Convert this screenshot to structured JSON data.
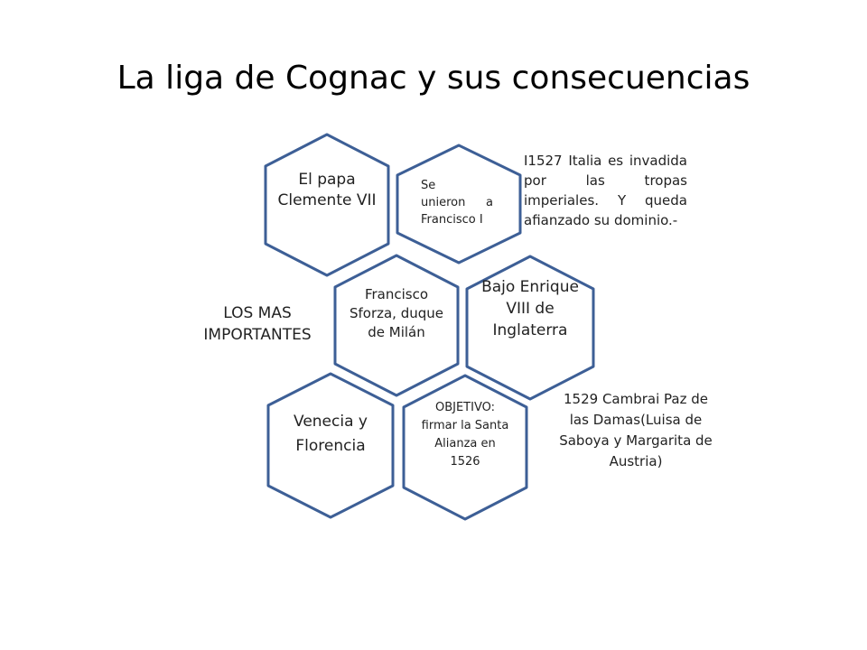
{
  "slide": {
    "title": "La liga de Cognac y sus consecuencias",
    "colors": {
      "hex_stroke": "#3d5f96",
      "hex_fill": "#ffffff"
    },
    "hexagons": [
      {
        "text": "El papa Clemente VII"
      },
      {
        "text_lines": [
          "Se",
          "unieron a",
          "Francisco I"
        ]
      },
      {
        "text": "Francisco Sforza, duque de Milán"
      },
      {
        "text": "Bajo Enrique VIII de Inglaterra"
      },
      {
        "text": "Venecia y Florencia"
      },
      {
        "text": "OBJETIVO: firmar la Santa Alianza en 1526"
      }
    ],
    "left_label": "LOS MAS IMPORTANTES",
    "note_1527": "I1527 Italia es invadida por las tropas imperiales. Y queda afianzado su dominio.-",
    "note_1529": "1529 Cambrai Paz de las Damas(Luisa de Saboya y Margarita de Austria)"
  }
}
